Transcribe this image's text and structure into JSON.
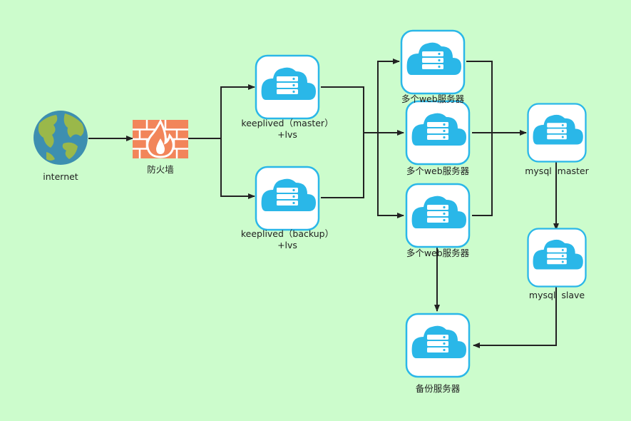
{
  "colors": {
    "background": "#ccfccc",
    "server_border": "#2ab7e8",
    "server_fill": "#ffffff",
    "cloud": "#2ab7e8",
    "arrow": "#222222",
    "firewall_brick": "#f2855a",
    "firewall_flame": "#ffffff",
    "globe_ocean": "#3d8fb0",
    "globe_land": "#9ab84a"
  },
  "nodes": {
    "internet": {
      "label": "internet",
      "icon": "globe-icon"
    },
    "firewall": {
      "label": "防火墙",
      "icon": "firewall-icon"
    },
    "keepalived_master": {
      "label_line1": "keeplived（master）",
      "label_line2": "+lvs",
      "icon": "cloud-server-icon"
    },
    "keepalived_backup": {
      "label_line1": "keeplived（backup）",
      "label_line2": "+lvs",
      "icon": "cloud-server-icon"
    },
    "web1": {
      "label": "多个web服务器",
      "icon": "cloud-server-icon"
    },
    "web2": {
      "label": "多个web服务器",
      "icon": "cloud-server-icon"
    },
    "web3": {
      "label": "多个web服务器",
      "icon": "cloud-server-icon"
    },
    "mysql_master": {
      "label": "mysql  master",
      "icon": "cloud-server-icon"
    },
    "mysql_slave": {
      "label": "mysql  slave",
      "icon": "cloud-server-icon"
    },
    "backup": {
      "label": "备份服务器",
      "icon": "cloud-server-icon"
    }
  }
}
